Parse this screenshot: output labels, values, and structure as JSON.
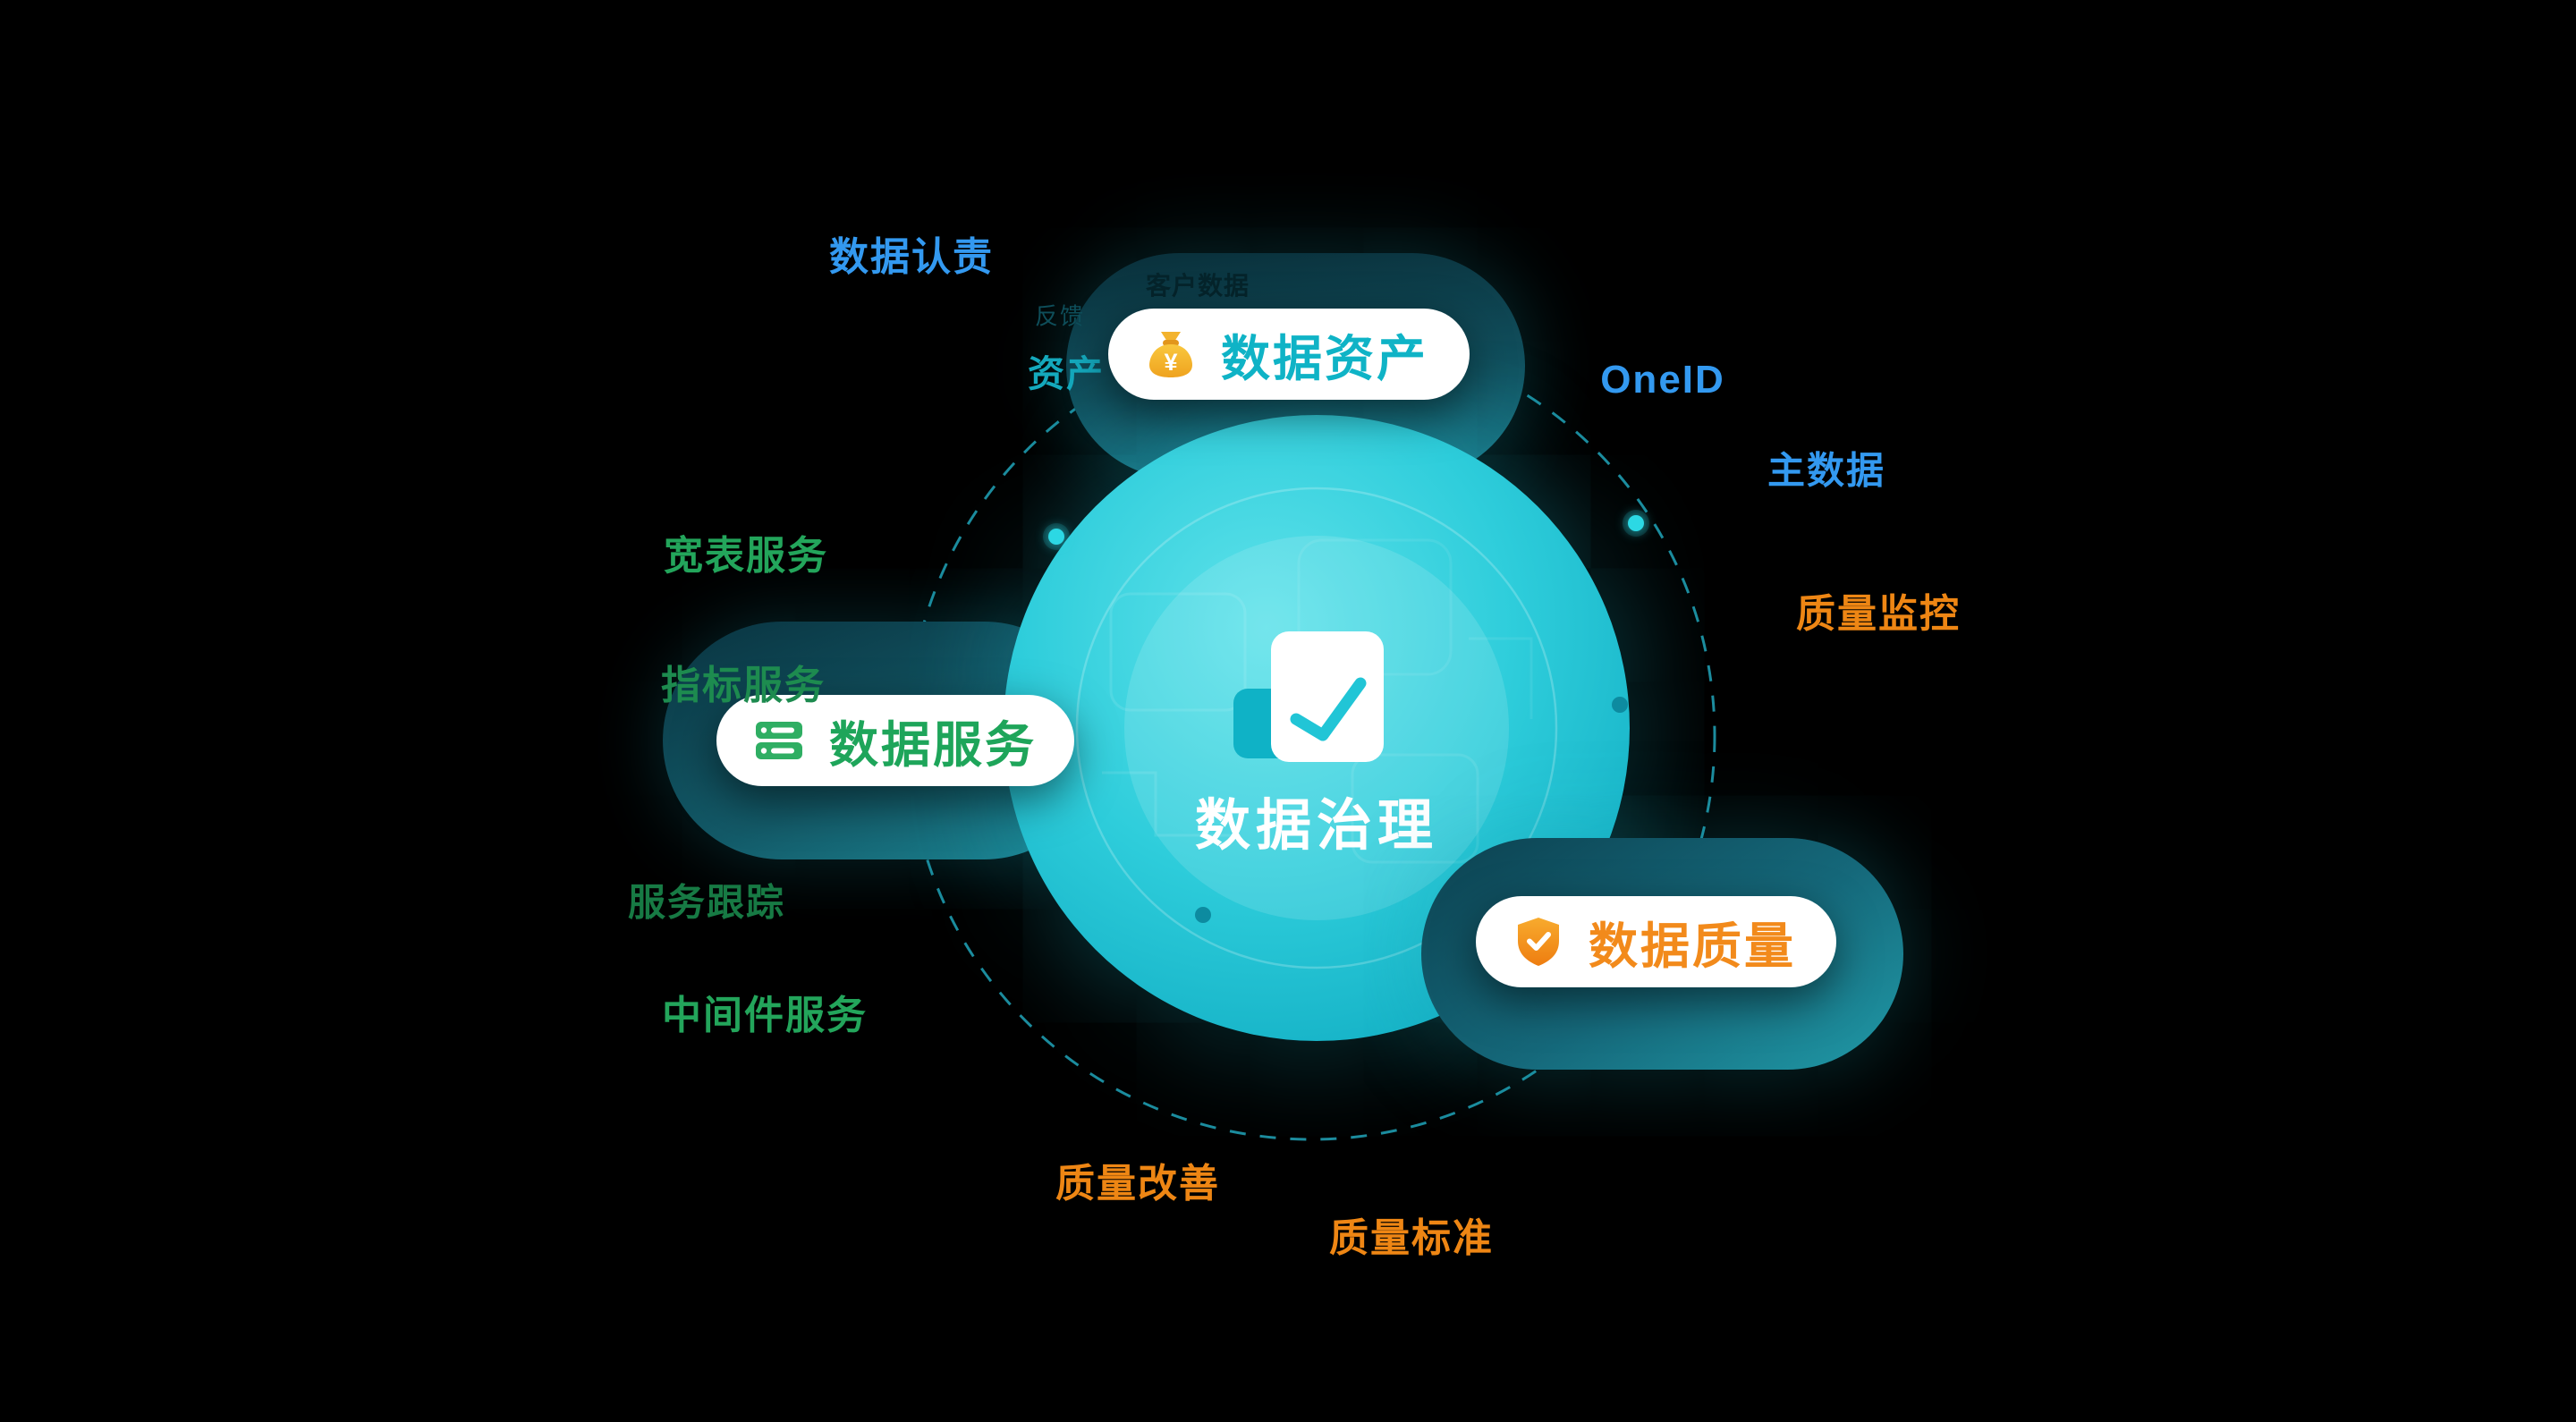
{
  "diagram": {
    "title": "数据治理",
    "center_icon": "document-trend-icon",
    "background_color": "#000000",
    "circle_color": "#2ecddb",
    "orbit_color": "#1e93a6"
  },
  "cards": [
    {
      "label": "数据资产",
      "icon": "money-bag-icon",
      "color": "#0fb3c6",
      "icon_color": "#f3b32d"
    },
    {
      "label": "数据服务",
      "icon": "server-stack-icon",
      "color": "#1ea55a",
      "icon_color": "#2fae63"
    },
    {
      "label": "数据质量",
      "icon": "shield-check-icon",
      "color": "#f28a1b",
      "icon_color": "#f8ab2e"
    }
  ],
  "labels": [
    {
      "text": "数据认责",
      "color": "#3399f0"
    },
    {
      "text": "OneID",
      "color": "#3399f0"
    },
    {
      "text": "主数据",
      "color": "#3399f0"
    },
    {
      "text": "质量监控",
      "color": "#ee8614"
    },
    {
      "text": "质量改善",
      "color": "#ee8614"
    },
    {
      "text": "质量标准",
      "color": "#ee8614"
    },
    {
      "text": "宽表服务",
      "color": "#23a55b"
    },
    {
      "text": "指标服务",
      "color": "#1d8b4f"
    },
    {
      "text": "服务跟踪",
      "color": "#177a44"
    },
    {
      "text": "中间件服务",
      "color": "#23a55b"
    },
    {
      "text": "客户数据",
      "color": "#05242b"
    },
    {
      "text": "资产",
      "color": "#14a9bd"
    },
    {
      "text": "反馈",
      "color": "#0e4e5a"
    }
  ]
}
